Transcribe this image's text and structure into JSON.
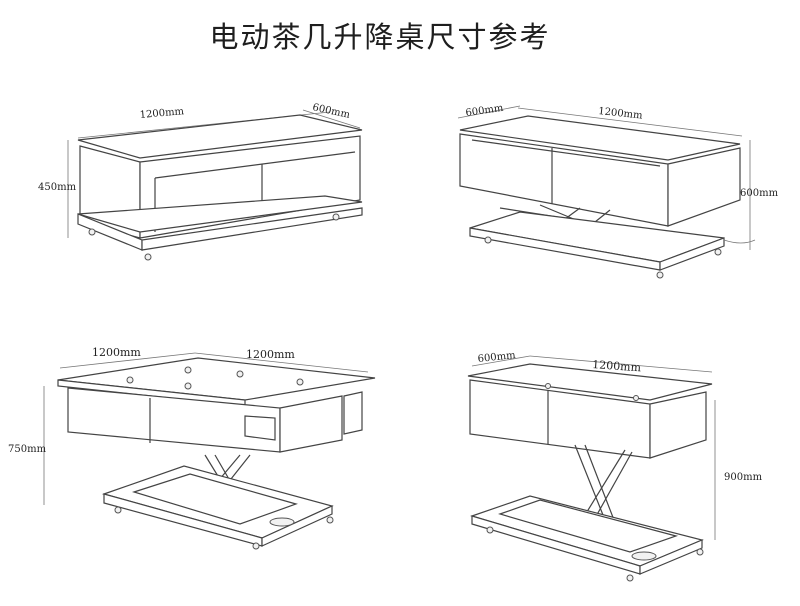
{
  "title": "电动茶几升降桌尺寸参考",
  "views": [
    {
      "id": "closed-front",
      "length_label": "1200mm",
      "width_label": "600mm",
      "height_label": "450mm"
    },
    {
      "id": "raised-side",
      "width_label": "600mm",
      "length_label": "1200mm",
      "height_label": "600mm"
    },
    {
      "id": "extended",
      "left_label": "1200mm",
      "right_label": "1200mm",
      "height_label": "750mm"
    },
    {
      "id": "raised-high",
      "width_label": "600mm",
      "length_label": "1200mm",
      "height_label": "900mm"
    }
  ]
}
